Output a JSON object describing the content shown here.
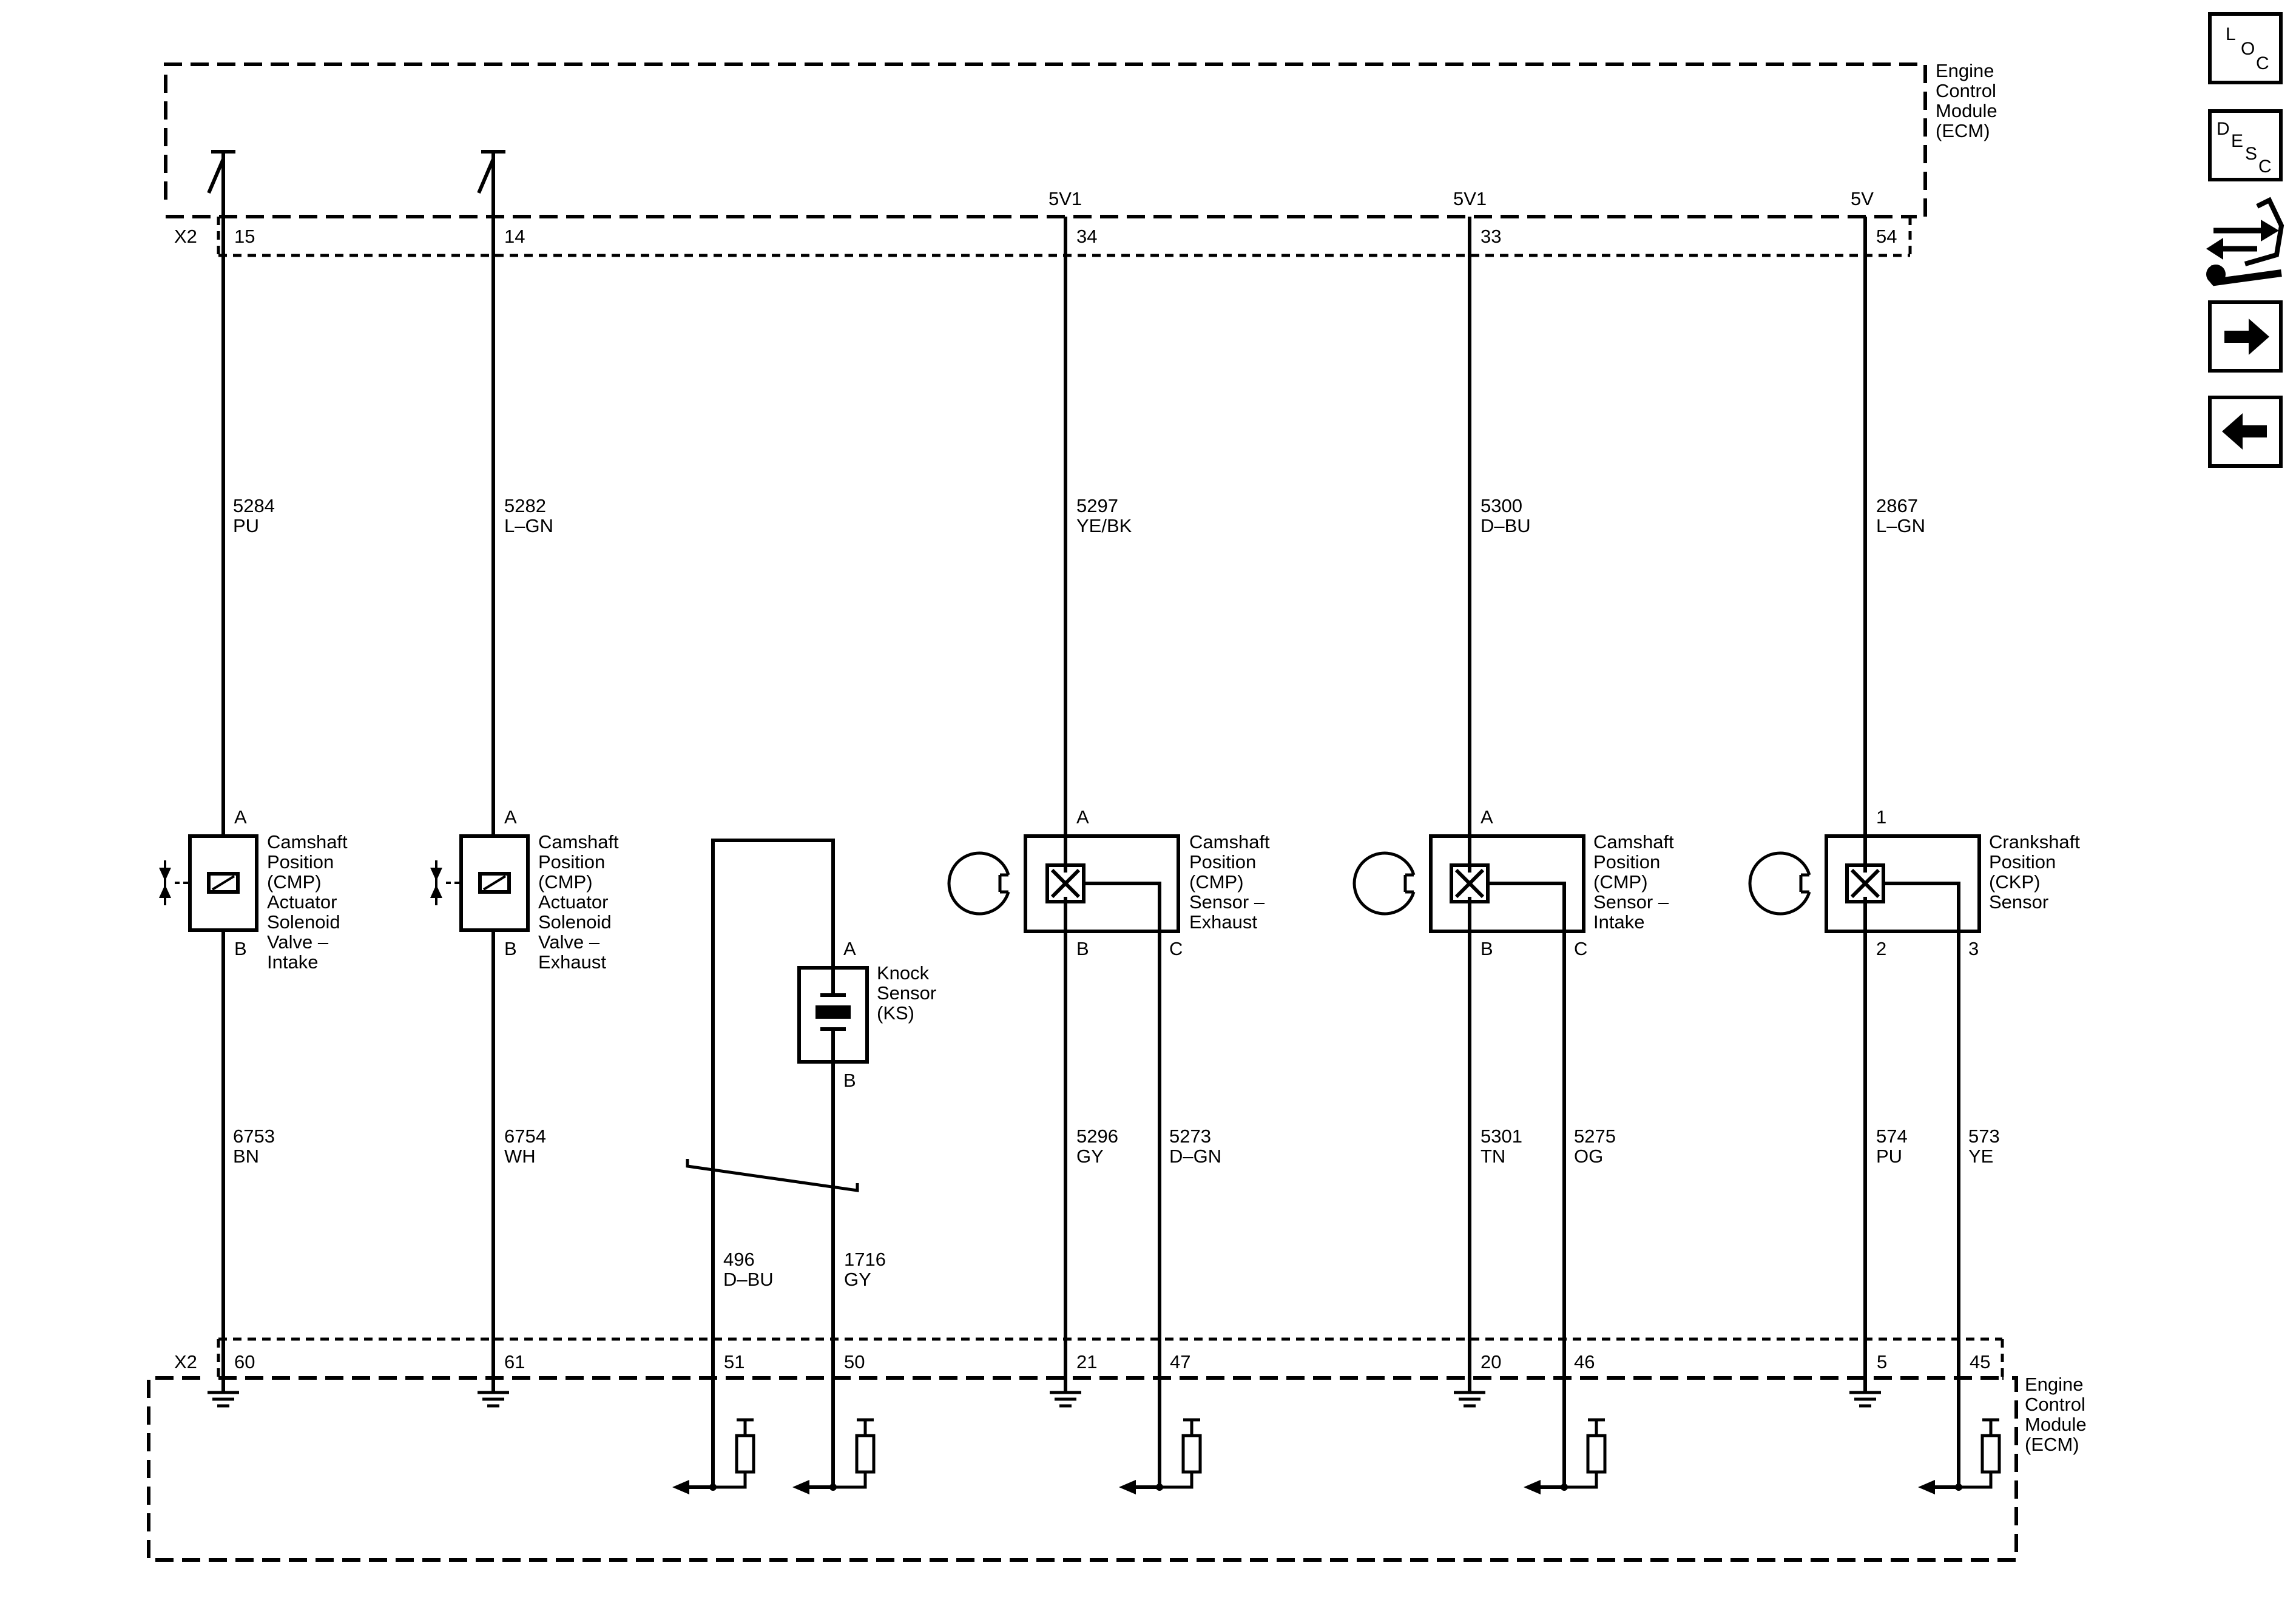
{
  "ecm": {
    "name": [
      "Engine",
      "Control",
      "Module",
      "(ECM)"
    ]
  },
  "connectors": {
    "top": "X2",
    "bottom": "X2"
  },
  "circuits": [
    {
      "id": "cmp-intake-solenoid",
      "top_pin": "15",
      "supply": "",
      "circuit": "5284",
      "color": "PU",
      "pin_a": "A",
      "pin_b": "B",
      "low_circuit": "6753",
      "low_color": "BN",
      "bottom_pin": "60",
      "label": [
        "Camshaft",
        "Position",
        "(CMP)",
        "Actuator",
        "Solenoid",
        "Valve –",
        "Intake"
      ]
    },
    {
      "id": "cmp-exhaust-solenoid",
      "top_pin": "14",
      "supply": "",
      "circuit": "5282",
      "color": "L–GN",
      "pin_a": "A",
      "pin_b": "B",
      "low_circuit": "6754",
      "low_color": "WH",
      "bottom_pin": "61",
      "label": [
        "Camshaft",
        "Position",
        "(CMP)",
        "Actuator",
        "Solenoid",
        "Valve –",
        "Exhaust"
      ]
    }
  ],
  "knock_sensor": {
    "label": [
      "Knock",
      "Sensor",
      "(KS)"
    ],
    "pin_a": "A",
    "pin_b": "B",
    "circuit_1": "496",
    "color_1": "D–BU",
    "circuit_2": "1716",
    "color_2": "GY",
    "bottom_pin_1": "51",
    "bottom_pin_2": "50"
  },
  "sensors": [
    {
      "id": "cmp-sensor-exhaust",
      "supply": "5V1",
      "top_pin": "34",
      "circuit": "5297",
      "color": "YE/BK",
      "pin_a": "A",
      "pin_b": "B",
      "pin_c": "C",
      "circuit_b": "5296",
      "color_b": "GY",
      "circuit_c": "5273",
      "color_c": "D–GN",
      "bottom_pin_b": "21",
      "bottom_pin_c": "47",
      "label": [
        "Camshaft",
        "Position",
        "(CMP)",
        "Sensor –",
        "Exhaust"
      ]
    },
    {
      "id": "cmp-sensor-intake",
      "supply": "5V1",
      "top_pin": "33",
      "circuit": "5300",
      "color": "D–BU",
      "pin_a": "A",
      "pin_b": "B",
      "pin_c": "C",
      "circuit_b": "5301",
      "color_b": "TN",
      "circuit_c": "5275",
      "color_c": "OG",
      "bottom_pin_b": "20",
      "bottom_pin_c": "46",
      "label": [
        "Camshaft",
        "Position",
        "(CMP)",
        "Sensor –",
        "Intake"
      ]
    },
    {
      "id": "ckp-sensor",
      "supply": "5V",
      "top_pin": "54",
      "circuit": "2867",
      "color": "L–GN",
      "pin_a": "1",
      "pin_b": "2",
      "pin_c": "3",
      "circuit_b": "574",
      "color_b": "PU",
      "circuit_c": "573",
      "color_c": "YE",
      "bottom_pin_b": "5",
      "bottom_pin_c": "45",
      "label": [
        "Crankshaft",
        "Position",
        "(CKP)",
        "Sensor"
      ]
    }
  ],
  "toolbar": {
    "loc": {
      "l": "L",
      "o": "O",
      "c": "C"
    },
    "desc": {
      "d": "D",
      "e": "E",
      "s": "S",
      "c": "C"
    },
    "icons": [
      "connector-wrench-icon",
      "arrow-right-icon",
      "arrow-left-icon"
    ]
  }
}
